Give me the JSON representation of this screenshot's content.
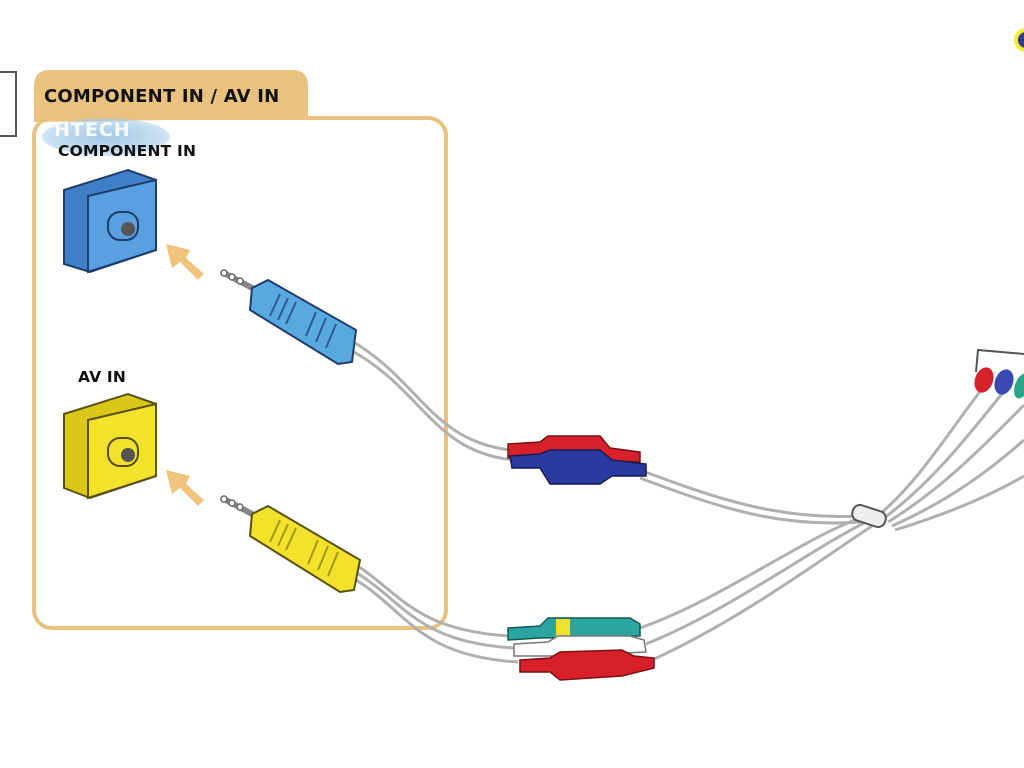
{
  "diagram": {
    "panel_title": "COMPONENT IN / AV IN",
    "ports": [
      {
        "label": "COMPONENT IN",
        "color": "#4a90d9"
      },
      {
        "label": "AV IN",
        "color": "#f2e02a"
      }
    ],
    "watermark": "HTECH",
    "colors": {
      "panel_border": "#e8c27e",
      "panel_tab": "#e8c27e",
      "arrow": "#f0c47c",
      "cable": "#b8b8b8",
      "blue_plug": "#5aa8e0",
      "yellow_plug": "#f2e22c",
      "red": "#d8202a",
      "blue": "#2a3a9e",
      "green": "#2aa5a0",
      "white": "#ffffff"
    }
  }
}
